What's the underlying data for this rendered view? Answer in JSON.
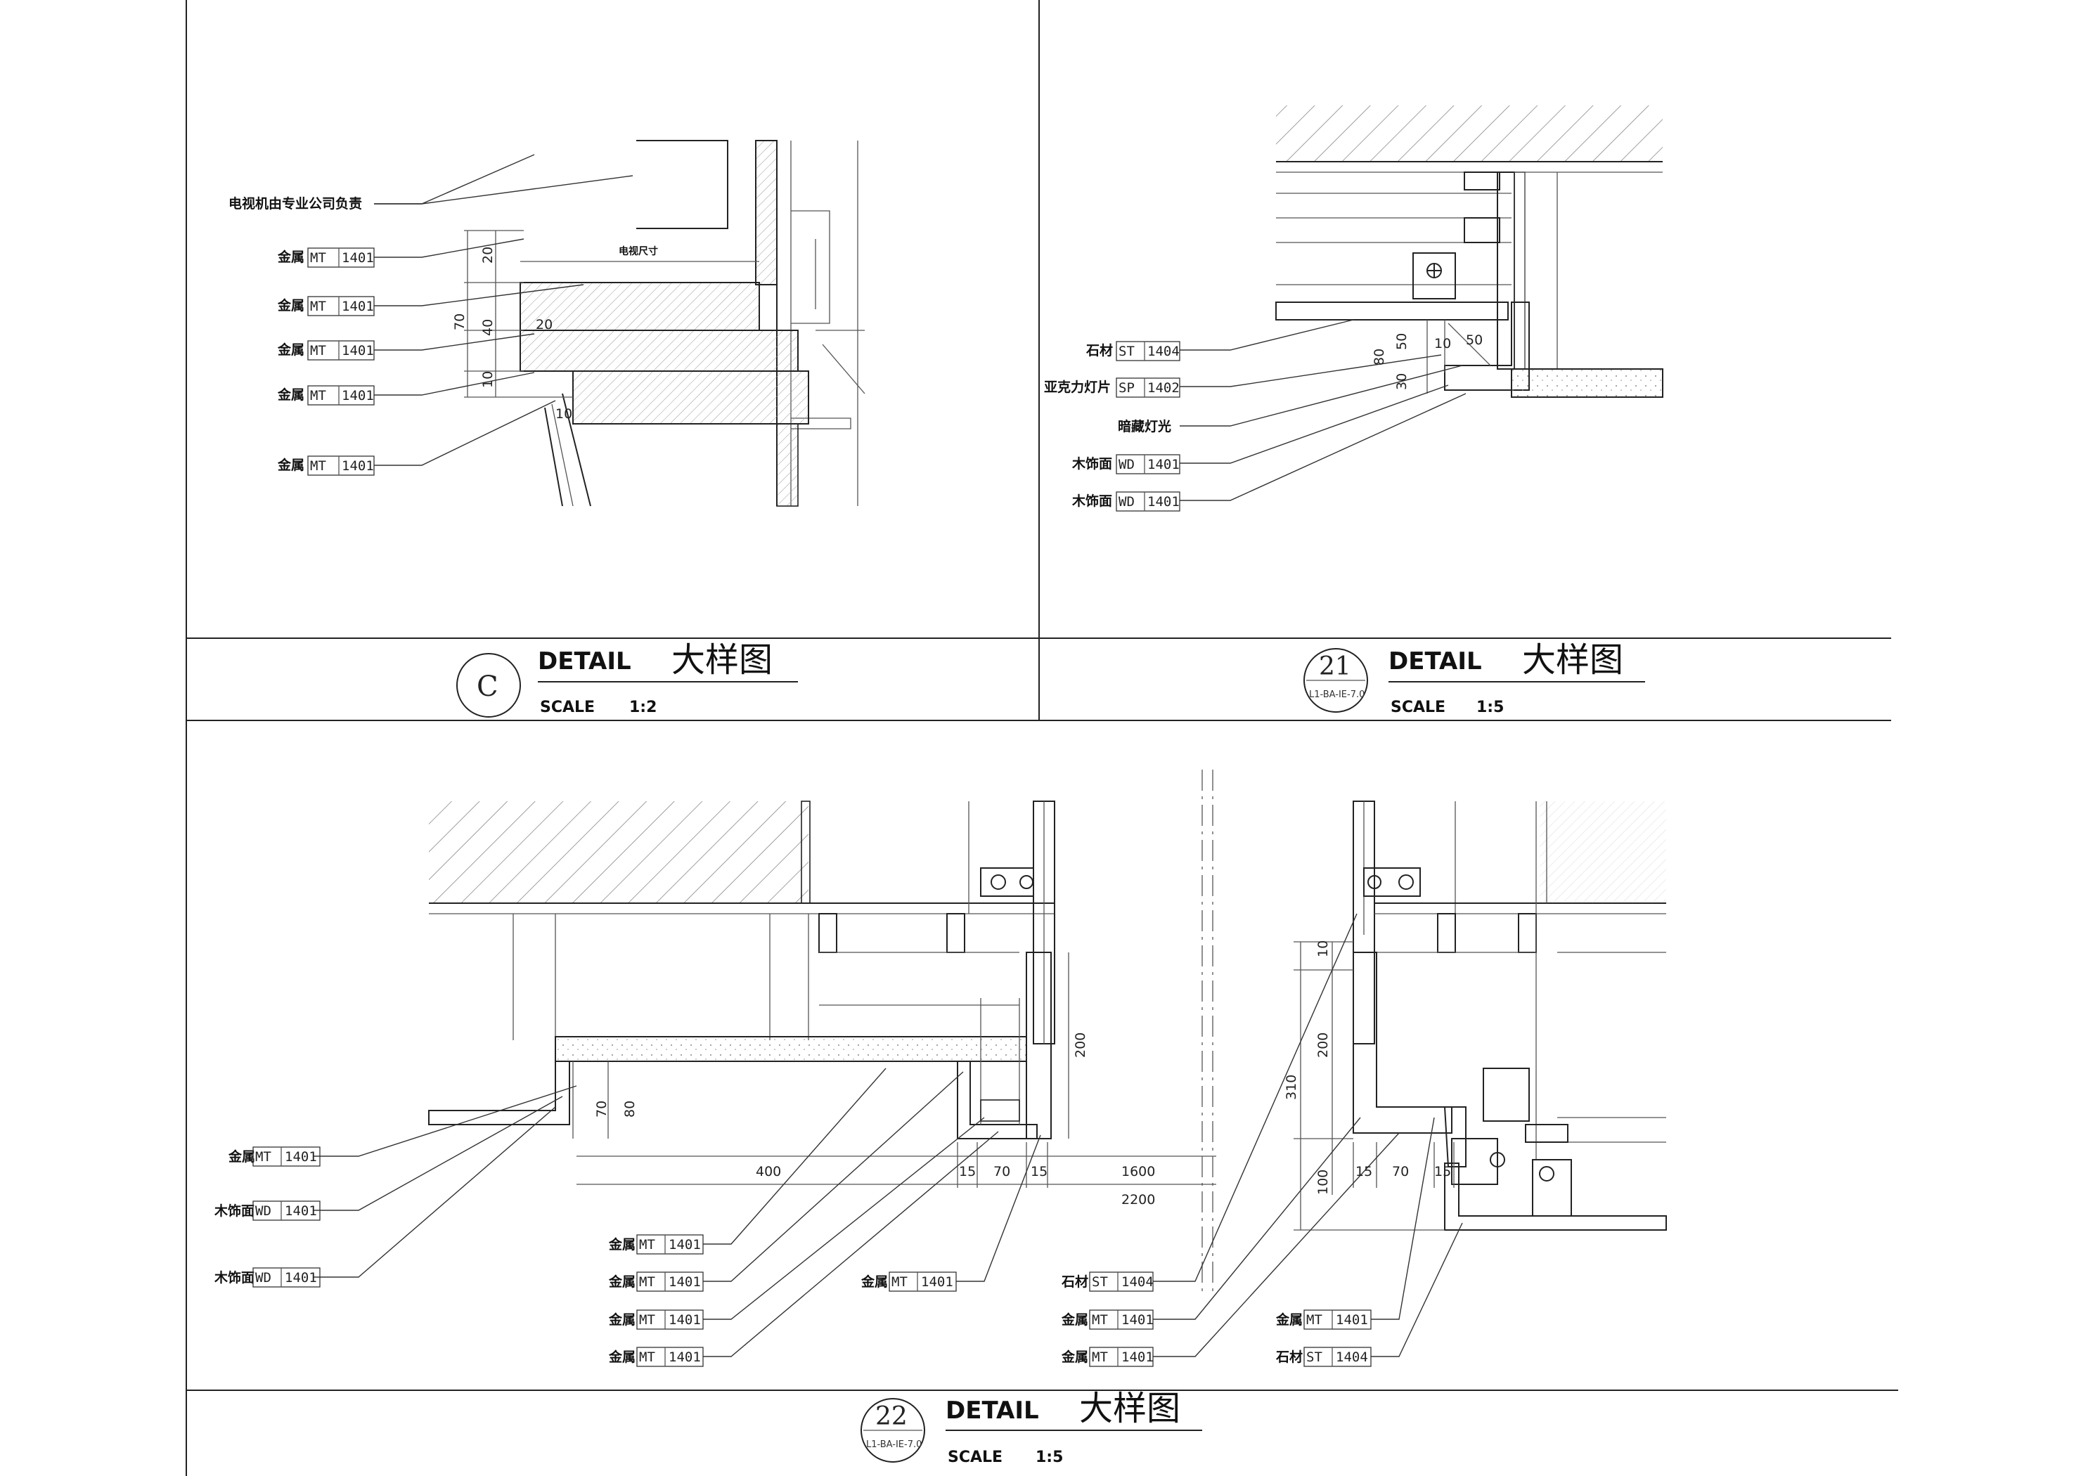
{
  "panel_c": {
    "tv_note": "电视机由专业公司负责",
    "tv_size": "电视尺寸",
    "callouts": [
      {
        "material": "金属",
        "code": "MT",
        "number": "1401"
      },
      {
        "material": "金属",
        "code": "MT",
        "number": "1401"
      },
      {
        "material": "金属",
        "code": "MT",
        "number": "1401"
      },
      {
        "material": "金属",
        "code": "MT",
        "number": "1401"
      },
      {
        "material": "金属",
        "code": "MT",
        "number": "1401"
      }
    ],
    "dims": {
      "d20": "20",
      "d70": "70",
      "d40": "40",
      "d10": "10",
      "d20b": "20",
      "d10b": "10"
    },
    "title": {
      "symbol": "C",
      "detail": "DETAIL",
      "cn": "大样图",
      "scale_label": "SCALE",
      "scale": "1:2"
    }
  },
  "panel_21": {
    "callouts": [
      {
        "material": "石材",
        "code": "ST",
        "number": "1404"
      },
      {
        "material": "亚克力灯片",
        "code": "SP",
        "number": "1402"
      },
      {
        "material": "暗藏灯光",
        "code": "",
        "number": ""
      },
      {
        "material": "木饰面",
        "code": "WD",
        "number": "1401"
      },
      {
        "material": "木饰面",
        "code": "WD",
        "number": "1401"
      }
    ],
    "dims": {
      "d80": "80",
      "d50": "50",
      "d30": "30",
      "d50b": "50",
      "d10": "10"
    },
    "title": {
      "number": "21",
      "ref": "L1-BA-IE-7.0",
      "detail": "DETAIL",
      "cn": "大样图",
      "scale_label": "SCALE",
      "scale": "1:5"
    }
  },
  "panel_22": {
    "left_callouts": [
      {
        "material": "金属",
        "code": "MT",
        "number": "1401"
      },
      {
        "material": "木饰面",
        "code": "WD",
        "number": "1401"
      },
      {
        "material": "木饰面",
        "code": "WD",
        "number": "1401"
      }
    ],
    "mid_callouts": [
      {
        "material": "金属",
        "code": "MT",
        "number": "1401"
      },
      {
        "material": "金属",
        "code": "MT",
        "number": "1401"
      },
      {
        "material": "金属",
        "code": "MT",
        "number": "1401"
      },
      {
        "material": "金属",
        "code": "MT",
        "number": "1401"
      }
    ],
    "mid_right_callout": {
      "material": "金属",
      "code": "MT",
      "number": "1401"
    },
    "right_callouts": [
      {
        "material": "石材",
        "code": "ST",
        "number": "1404"
      },
      {
        "material": "金属",
        "code": "MT",
        "number": "1401"
      },
      {
        "material": "金属",
        "code": "MT",
        "number": "1401"
      }
    ],
    "far_right_callouts": [
      {
        "material": "金属",
        "code": "MT",
        "number": "1401"
      },
      {
        "material": "石材",
        "code": "ST",
        "number": "1404"
      }
    ],
    "dims": {
      "d70": "70",
      "d80": "80",
      "d200": "200",
      "d400": "400",
      "d15a": "15",
      "d70b": "70",
      "d15b": "15",
      "d1600": "1600",
      "d2200": "2200",
      "d310": "310",
      "d200b": "200",
      "d100": "100",
      "d10": "10",
      "d15c": "15",
      "d70c": "70",
      "d15d": "15"
    },
    "title": {
      "number": "22",
      "ref": "L1-BA-IE-7.0",
      "detail": "DETAIL",
      "cn": "大样图",
      "scale_label": "SCALE",
      "scale": "1:5"
    }
  }
}
